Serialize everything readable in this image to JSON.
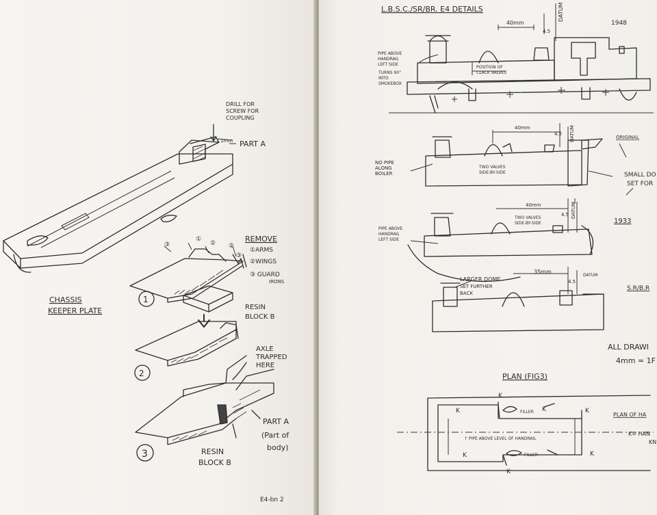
{
  "left_sheet": {
    "drill_note": [
      "DRILL FOR",
      "SCREW FOR",
      "COUPLING"
    ],
    "dim_1mm": "1mm",
    "part_a": "PART A",
    "chassis_title": [
      "CHASSIS",
      "KEEPER PLATE"
    ],
    "remove_heading": "REMOVE",
    "remove_items": [
      "①ARMS",
      "②WINGS",
      "③ GUARD",
      "IRONS"
    ],
    "small_numbers": [
      "③",
      "①",
      "②",
      "②",
      "③"
    ],
    "resin_block_1": [
      "RESIN",
      "BLOCK B"
    ],
    "axle_note": [
      "AXLE",
      "TRAPPED",
      "HERE"
    ],
    "part_a_body": [
      "PART A",
      "(Part of",
      "body)"
    ],
    "resin_block_2": [
      "RESIN",
      "BLOCK B"
    ],
    "step_numbers": [
      "1",
      "2",
      "3"
    ],
    "corner_note": "E4-bn 2"
  },
  "right_sheet": {
    "title": "L.B.S.C./SR/BR.  E4  DETAILS",
    "datum": "DATUM",
    "year_1948": "1948",
    "dim_40mm_a": "40mm",
    "dim_4_5_a": "4.5",
    "pipe_above_1": [
      "PIPE ABOVE",
      "HANDRAIL",
      "LEFT SIDE"
    ],
    "turns_90": [
      "TURNS 90°",
      "INTO",
      "SMOKEBOX"
    ],
    "position_valves": [
      "POSITION OF",
      "CLACK VALVES"
    ],
    "no_pipe": [
      "NO PIPE",
      "ALONG",
      "BOILER"
    ],
    "two_valves_1": [
      "TWO VALVES",
      "SIDE-BY-SIDE"
    ],
    "dim_40mm_b": "40mm",
    "dim_4_5_b": "4.5",
    "datum_b": "DATUM",
    "original": "ORIGINAL",
    "small_dome": [
      "SMALL DO",
      "SET FOR"
    ],
    "dim_40mm_c": "40mm",
    "dim_4_5_c": "4.5",
    "datum_c": "DATUM",
    "two_valves_2": [
      "TWO VALVES",
      "SIDE-BY-SIDE"
    ],
    "pipe_above_2": [
      "PIPE ABOVE",
      "HANDRAIL",
      "LEFT SIDE"
    ],
    "year_1933": "1933",
    "larger_dome": [
      "LARGER DOME",
      "SET FURTHER",
      "BACK"
    ],
    "dim_35mm": "35mm",
    "dim_4_5_d": "4.5",
    "datum_d": "DATUM",
    "sr_br": "S.R/B.R",
    "all_drawings": [
      "ALL DRAWI",
      "4mm = 1F"
    ],
    "plan_title": "PLAN (FIG3)",
    "plan_labels": [
      "K",
      "K",
      "K",
      "K",
      "K",
      "K",
      "K"
    ],
    "filler_1": "FILLER",
    "filler_2": "FILLER",
    "pipe_level": "↑ PIPE ABOVE LEVEL OF HANDRAIL",
    "plan_of": "PLAN OF HA",
    "k_key": [
      "K= HAN",
      "KN"
    ]
  }
}
